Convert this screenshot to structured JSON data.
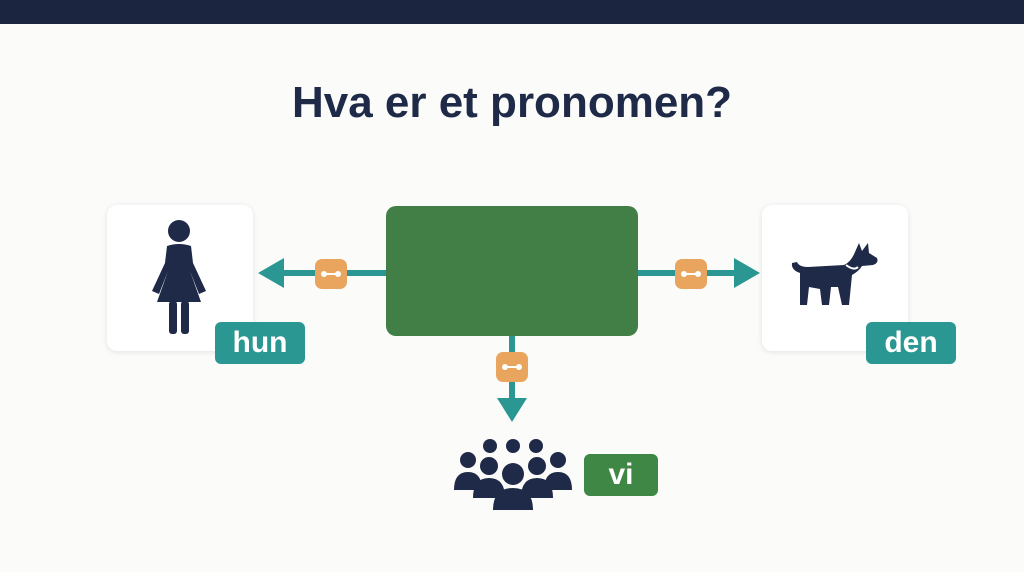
{
  "slide": {
    "title": "Hva er et pronomen?"
  },
  "pronouns": {
    "left": {
      "label": "hun",
      "icon": "woman-icon"
    },
    "right": {
      "label": "den",
      "icon": "dog-icon"
    },
    "bottom": {
      "label": "vi",
      "icon": "group-icon"
    }
  },
  "colors": {
    "header_bar": "#1b2540",
    "title_text": "#1e2a47",
    "center_box": "#417f47",
    "arrow": "#2a9793",
    "connector": "#e9a55e",
    "tag_teal": "#2a9793",
    "tag_green": "#3f8745",
    "icon": "#1e2a47"
  }
}
